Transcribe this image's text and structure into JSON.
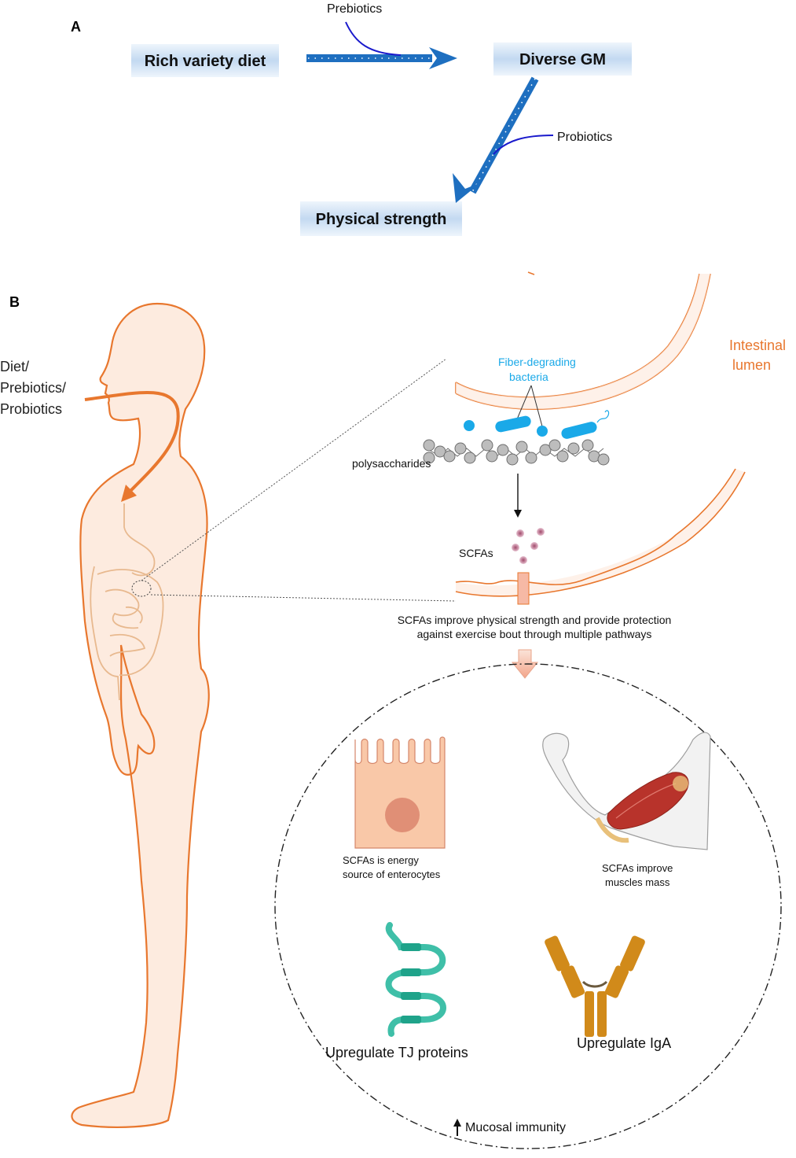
{
  "panel_a": {
    "label": "A",
    "box_diet": "Rich variety diet",
    "box_gm": "Diverse GM",
    "box_strength": "Physical strength",
    "label_prebiotics": "Prebiotics",
    "label_probiotics": "Probiotics"
  },
  "panel_b": {
    "label": "B",
    "intake_line1": "Diet/",
    "intake_line2": "Prebiotics/",
    "intake_line3": "Probiotics",
    "lumen_line1": "Intestinal",
    "lumen_line2": "lumen",
    "bacteria_line1": "Fiber-degrading",
    "bacteria_line2": "bacteria",
    "polysaccharides": "polysaccharides",
    "scfas": "SCFAs",
    "summary_line1": "SCFAs improve physical strength and provide protection",
    "summary_line2": "against exercise bout through multiple pathways",
    "enterocyte_line1": "SCFAs is energy",
    "enterocyte_line2": "source of enterocytes",
    "muscle_line1": "SCFAs improve",
    "muscle_line2": "muscles mass",
    "tj_label": "Upregulate TJ proteins",
    "iga_label": "Upregulate IgA",
    "mucosal_label": "Mucosal immunity"
  },
  "colors": {
    "arrow_blue": "#1e6fc0",
    "box_blue": "#d6e6f6",
    "body_orange": "#e8772e",
    "body_fill": "#fdebdf",
    "bacteria_blue": "#1aa9e8",
    "tj_teal": "#3fbfa8",
    "iga_gold": "#d18a1a"
  }
}
